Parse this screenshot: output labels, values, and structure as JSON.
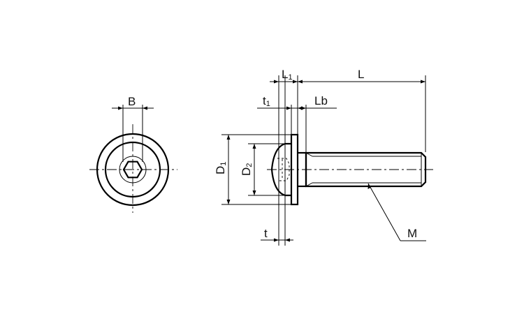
{
  "labels": {
    "B": "B",
    "L1_main": "L",
    "L1_sub": "1",
    "L": "L",
    "t1_main": "t",
    "t1_sub": "1",
    "Lb": "Lb",
    "D1_main": "D",
    "D1_sub": "1",
    "D2_main": "D",
    "D2_sub": "2",
    "t": "t",
    "M": "M"
  }
}
